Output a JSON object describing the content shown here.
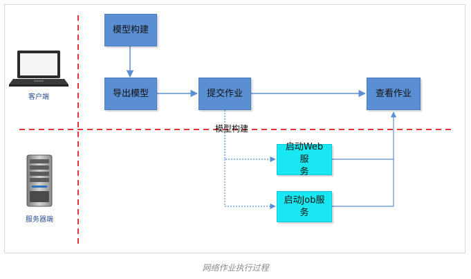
{
  "nodes": {
    "model_build": "模型构建",
    "export_model": "导出模型",
    "submit_job": "提交作业",
    "view_job": "查看作业",
    "start_web": "启动Web服\n务",
    "start_job": "启动Job服务"
  },
  "float_label": "模型构建",
  "client_label": "客户端",
  "server_label": "服务器端",
  "caption": "网络作业执行过程",
  "colors": {
    "blue_box": "#5b8fd4",
    "cyan_box": "#19e8f2",
    "divider": "#e0333b",
    "arrow": "#5b8fd4"
  },
  "icons": [
    "laptop-icon",
    "server-icon"
  ]
}
